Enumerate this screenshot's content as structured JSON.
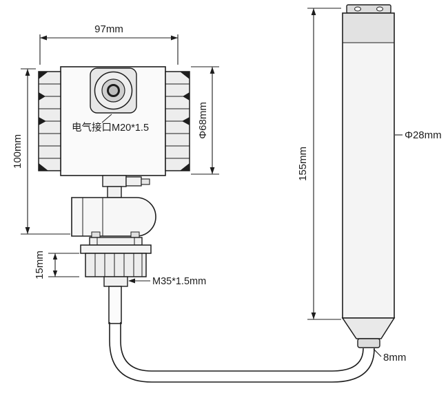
{
  "diagram": {
    "colors": {
      "ink": "#1d1d1d",
      "background": "#ffffff"
    },
    "dimensions": {
      "head_width": "97mm",
      "head_height": "100mm",
      "head_diameter": "Φ68mm",
      "flange_thickness": "15mm",
      "probe_length": "155mm",
      "probe_diameter": "Φ28mm",
      "cable_diameter": "8mm"
    },
    "labels": {
      "electrical_interface": "电气接口M20*1.5",
      "thread_spec": "M35*1.5mm"
    }
  }
}
